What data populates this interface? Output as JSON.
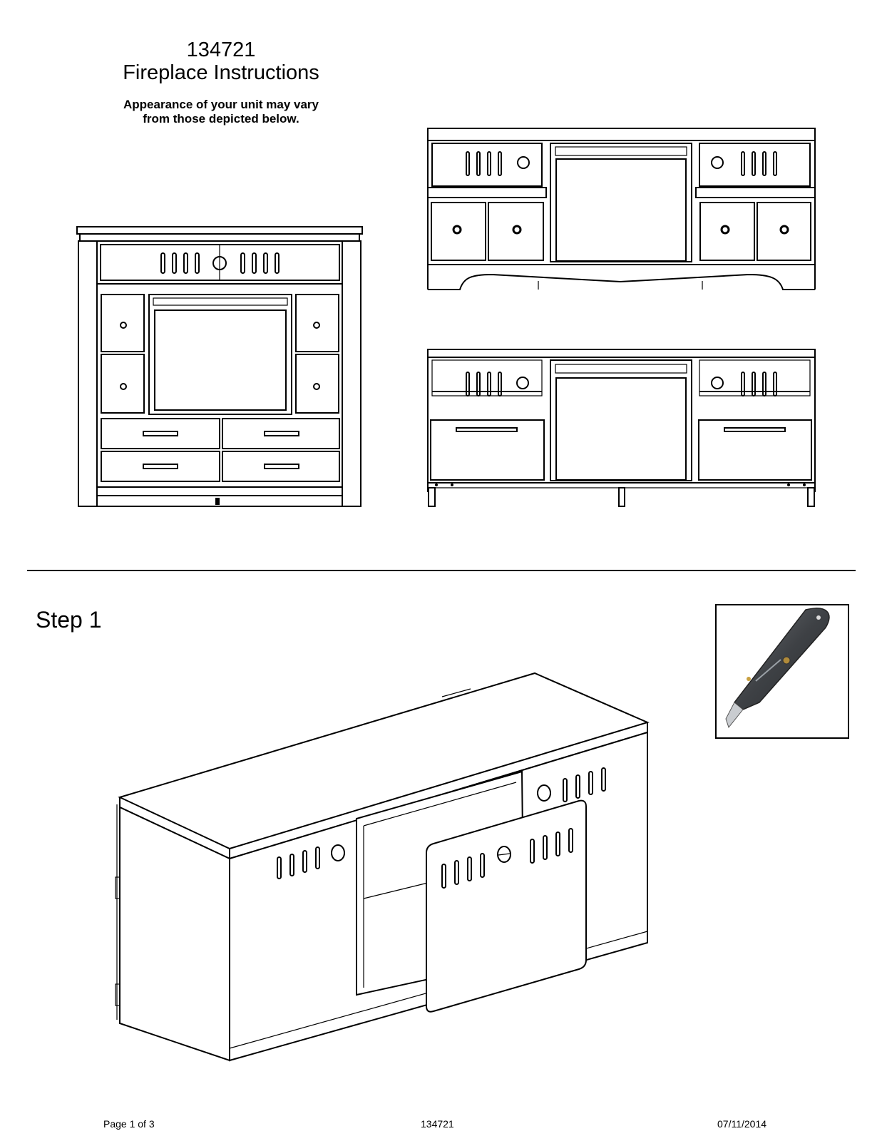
{
  "header": {
    "number": "134721",
    "title": "Fireplace Instructions",
    "note_line1": "Appearance of your unit may vary",
    "note_line2": "from those depicted below."
  },
  "step": {
    "label": "Step 1"
  },
  "tool": {
    "name": "utility-knife-icon"
  },
  "footer": {
    "page": "Page 1 of 3",
    "number": "134721",
    "date": "07/11/2014"
  }
}
